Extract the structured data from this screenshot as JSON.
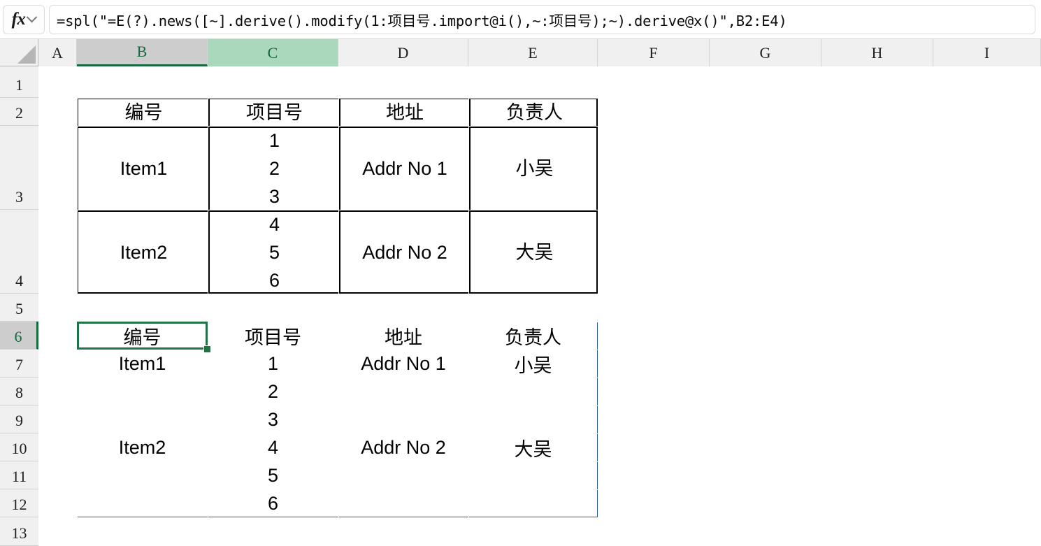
{
  "formula_bar": {
    "fx_label": "fx",
    "formula": "=spl(\"=E(?).news([~].derive().modify(1:项目号.import@i(),~:项目号);~).derive@x()\",B2:E4)"
  },
  "grid": {
    "column_headers": [
      "A",
      "B",
      "C",
      "D",
      "E",
      "F",
      "G",
      "H",
      "I"
    ],
    "row_headers": [
      "1",
      "2",
      "3",
      "4",
      "5",
      "6",
      "7",
      "8",
      "9",
      "10",
      "11",
      "12",
      "13"
    ],
    "active_cell": "B6",
    "active_column": "B",
    "selected_column": "C",
    "active_row": "6",
    "accent_color": "#217346",
    "selected_column_color": "#a9d8bd",
    "active_header_color": "#cdcdcd",
    "spill_border_color": "#2a5caa"
  },
  "source_table": {
    "headers": [
      "编号",
      "项目号",
      "地址",
      "负责人"
    ],
    "rows": [
      {
        "id": "Item1",
        "project_no": "1\n2\n3",
        "address": "Addr No 1",
        "owner": "小吴"
      },
      {
        "id": "Item2",
        "project_no": "4\n5\n6",
        "address": "Addr No 2",
        "owner": "大吴"
      }
    ]
  },
  "result_table": {
    "headers": [
      "编号",
      "项目号",
      "地址",
      "负责人"
    ],
    "rows": [
      {
        "id": "Item1",
        "project_no": "1",
        "address": "Addr No 1",
        "owner": "小吴"
      },
      {
        "id": "",
        "project_no": "2",
        "address": "",
        "owner": ""
      },
      {
        "id": "",
        "project_no": "3",
        "address": "",
        "owner": ""
      },
      {
        "id": "Item2",
        "project_no": "4",
        "address": "Addr No 2",
        "owner": "大吴"
      },
      {
        "id": "",
        "project_no": "5",
        "address": "",
        "owner": ""
      },
      {
        "id": "",
        "project_no": "6",
        "address": "",
        "owner": ""
      }
    ]
  }
}
